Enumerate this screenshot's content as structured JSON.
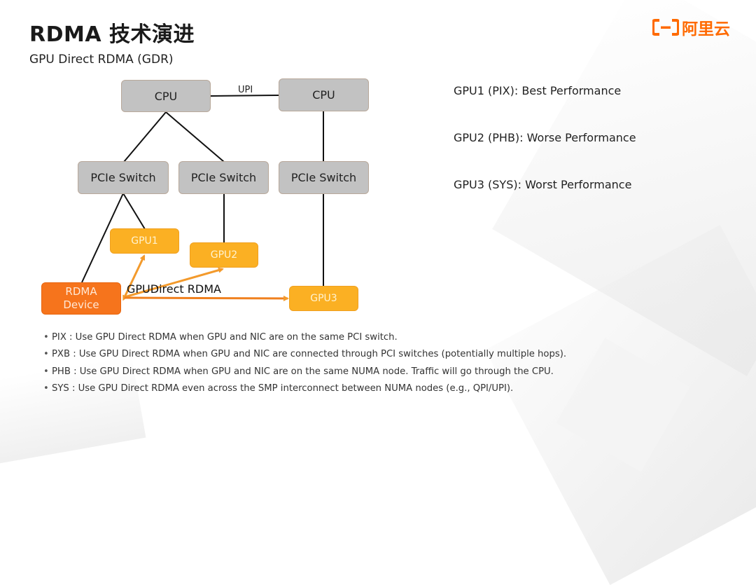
{
  "slide": {
    "title": "RDMA 技术演进",
    "subtitle": "GPU Direct RDMA (GDR)"
  },
  "logo": {
    "icon": "aliyun-logo-icon",
    "text": "阿里云",
    "color": "#ff6a00"
  },
  "diagram": {
    "cpu_left": "CPU",
    "cpu_right": "CPU",
    "interconnect_label": "UPI",
    "pcie_switch_1": "PCIe Switch",
    "pcie_switch_2": "PCIe Switch",
    "pcie_switch_3": "PCIe Switch",
    "gpu1": "GPU1",
    "gpu2": "GPU2",
    "gpu3": "GPU3",
    "rdma_device_line1": "RDMA",
    "rdma_device_line2": "Device",
    "gdr_label": "GPUDirect RDMA",
    "colors": {
      "gray_node": "#c2c2c2",
      "gpu_node": "#fbb023",
      "rdma_node": "#f6741c",
      "arrow": "#f39a2c"
    }
  },
  "performance": [
    "GPU1 (PIX): Best Performance",
    "GPU2 (PHB): Worse Performance",
    "GPU3 (SYS): Worst Performance"
  ],
  "notes": [
    "PIX : Use GPU Direct RDMA when GPU and NIC are on the same PCI switch.",
    "PXB : Use GPU Direct RDMA when GPU and NIC are connected through PCI switches (potentially multiple hops).",
    "PHB : Use GPU Direct RDMA when GPU and NIC are on the same NUMA node. Traffic will go through the CPU.",
    "SYS : Use GPU Direct RDMA even across the SMP interconnect between NUMA nodes (e.g., QPI/UPI)."
  ]
}
